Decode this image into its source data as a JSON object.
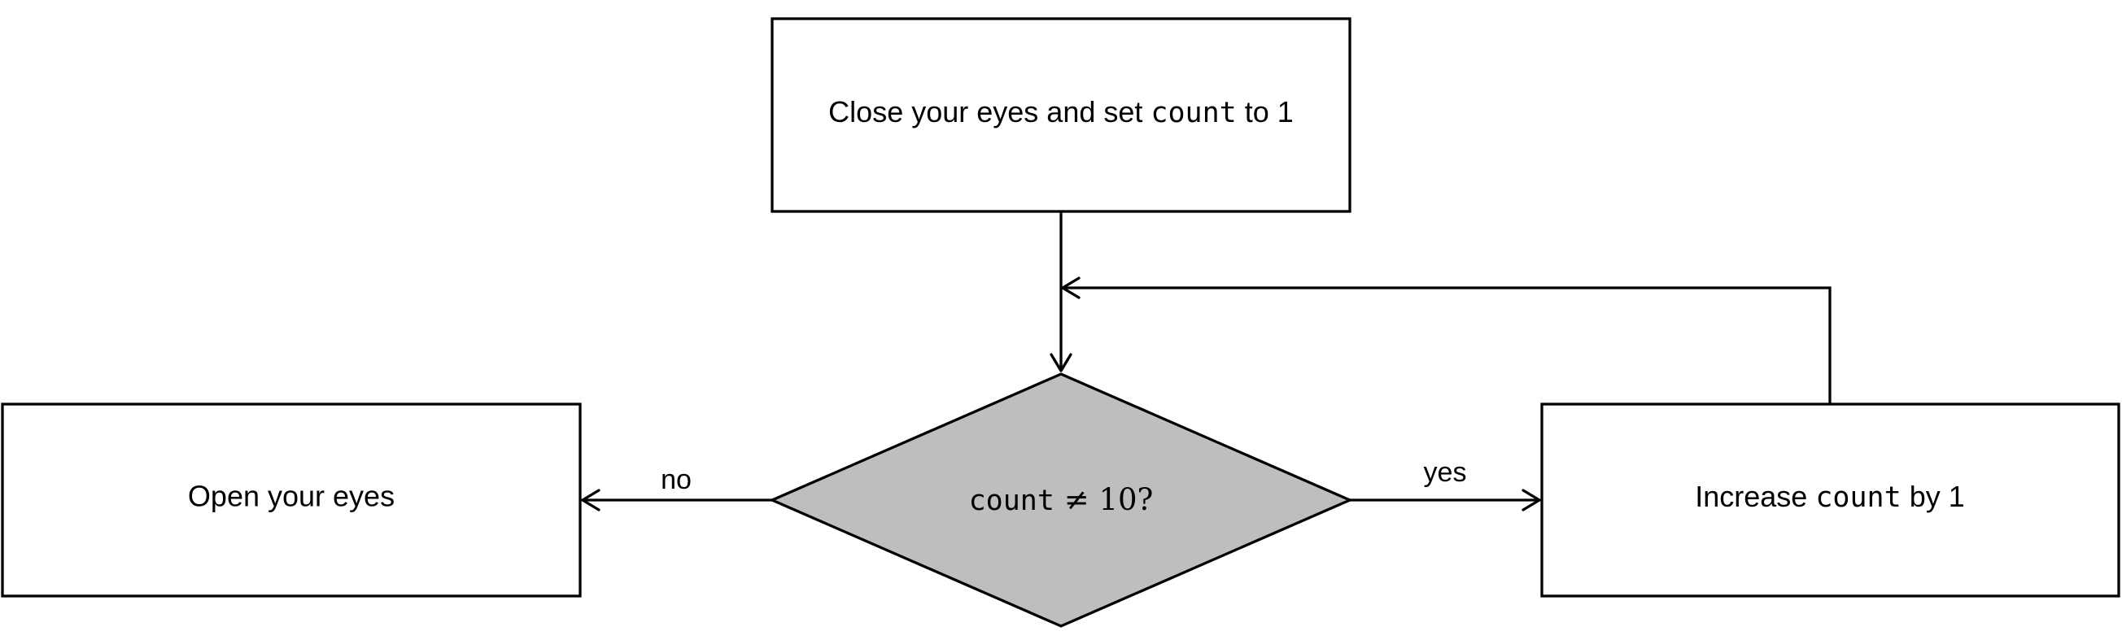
{
  "nodes": {
    "start": {
      "text_before": "Close your eyes and set ",
      "code": "count",
      "text_after": " to 1"
    },
    "decision": {
      "code": "count",
      "math": " ≠ 10?"
    },
    "open_eyes": {
      "text": "Open your eyes"
    },
    "increase": {
      "text_before": "Increase ",
      "code": "count",
      "text_after": " by 1"
    }
  },
  "edges": {
    "no_label": "no",
    "yes_label": "yes"
  },
  "colors": {
    "decision_fill": "#bebebe",
    "box_fill": "#ffffff",
    "stroke": "#000000"
  }
}
